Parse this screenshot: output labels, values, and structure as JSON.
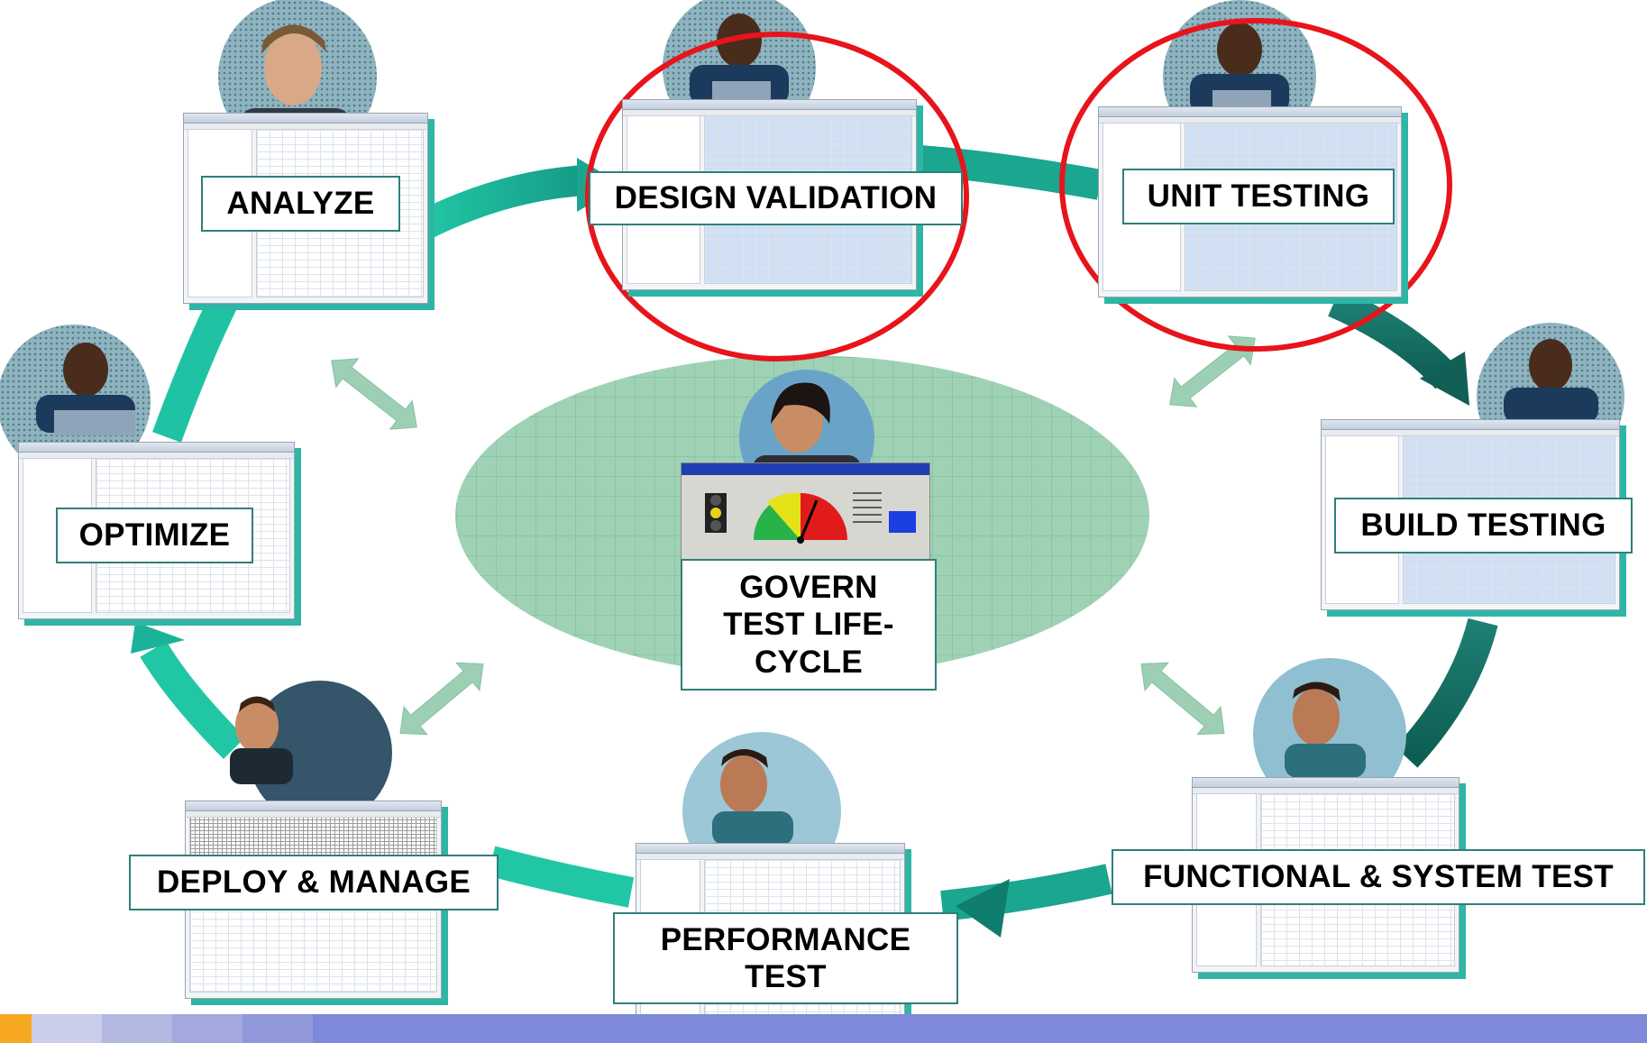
{
  "stages": {
    "analyze": "ANALYZE",
    "design_validation": "DESIGN VALIDATION",
    "unit_testing": "UNIT TESTING",
    "build_testing": "BUILD TESTING",
    "functional_system_test": "FUNCTIONAL & SYSTEM TEST",
    "performance_test_line1": "PERFORMANCE",
    "performance_test_line2": "TEST",
    "deploy_manage": "DEPLOY & MANAGE",
    "optimize": "OPTIMIZE"
  },
  "center": {
    "line1": "GOVERN",
    "line2": "TEST LIFE-",
    "line3": "CYCLE"
  },
  "colors": {
    "cycle_green": "#22b89a",
    "cycle_dark": "#0c6b5c",
    "highlight_red": "#e8141b",
    "ellipse_fill": "#9fd2b5",
    "footer_orange": "#f7a823",
    "footer_blue": "#7f89d9"
  },
  "highlighted_stages": [
    "design_validation",
    "unit_testing"
  ]
}
